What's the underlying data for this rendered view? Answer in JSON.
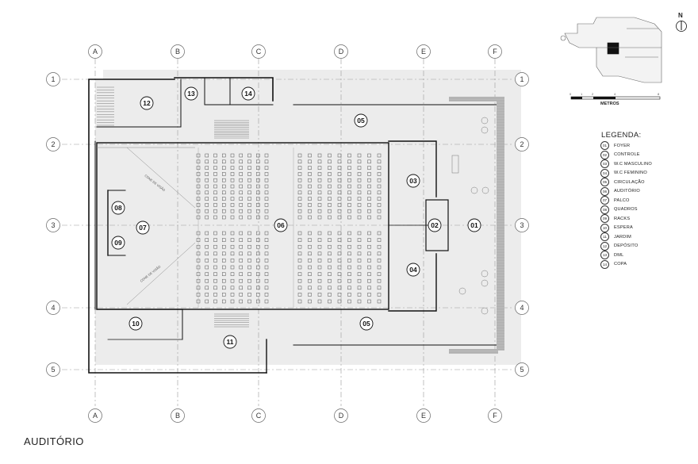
{
  "title": "AUDITÓRIO",
  "grid": {
    "columns": [
      "A",
      "B",
      "C",
      "D",
      "E",
      "F"
    ],
    "rows": [
      "1",
      "2",
      "3",
      "4",
      "5"
    ]
  },
  "north": "N",
  "scale": {
    "ticks": [
      "0",
      "1",
      "2",
      "4",
      "8"
    ],
    "unit": "METROS"
  },
  "legend": {
    "title": "LEGENDA:",
    "items": [
      {
        "num": "01",
        "label": "FOYER"
      },
      {
        "num": "02",
        "label": "CONTROLE"
      },
      {
        "num": "03",
        "label": "W.C MASCULINO"
      },
      {
        "num": "04",
        "label": "W.C FEMININO"
      },
      {
        "num": "05",
        "label": "CIRCULAÇÃO"
      },
      {
        "num": "06",
        "label": "AUDITÓRIO"
      },
      {
        "num": "07",
        "label": "PALCO"
      },
      {
        "num": "08",
        "label": "QUADROS"
      },
      {
        "num": "09",
        "label": "RACKS"
      },
      {
        "num": "10",
        "label": "ESPERA"
      },
      {
        "num": "11",
        "label": "JARDIM"
      },
      {
        "num": "12",
        "label": "DEPÓSITO"
      },
      {
        "num": "13",
        "label": "DML"
      },
      {
        "num": "14",
        "label": "COPA"
      }
    ]
  },
  "rooms": [
    {
      "id": "01"
    },
    {
      "id": "02"
    },
    {
      "id": "03"
    },
    {
      "id": "04"
    },
    {
      "id": "05"
    },
    {
      "id": "05"
    },
    {
      "id": "06"
    },
    {
      "id": "07"
    },
    {
      "id": "08"
    },
    {
      "id": "09"
    },
    {
      "id": "10"
    },
    {
      "id": "11"
    },
    {
      "id": "12"
    },
    {
      "id": "13"
    },
    {
      "id": "14"
    }
  ],
  "annotations": [
    "CONE DE VISÃO",
    "CONE DE VISÃO"
  ],
  "colors": {
    "wall": "#111111",
    "hatch": "#888888",
    "shade": "#e8e8e8",
    "line": "#666666"
  }
}
